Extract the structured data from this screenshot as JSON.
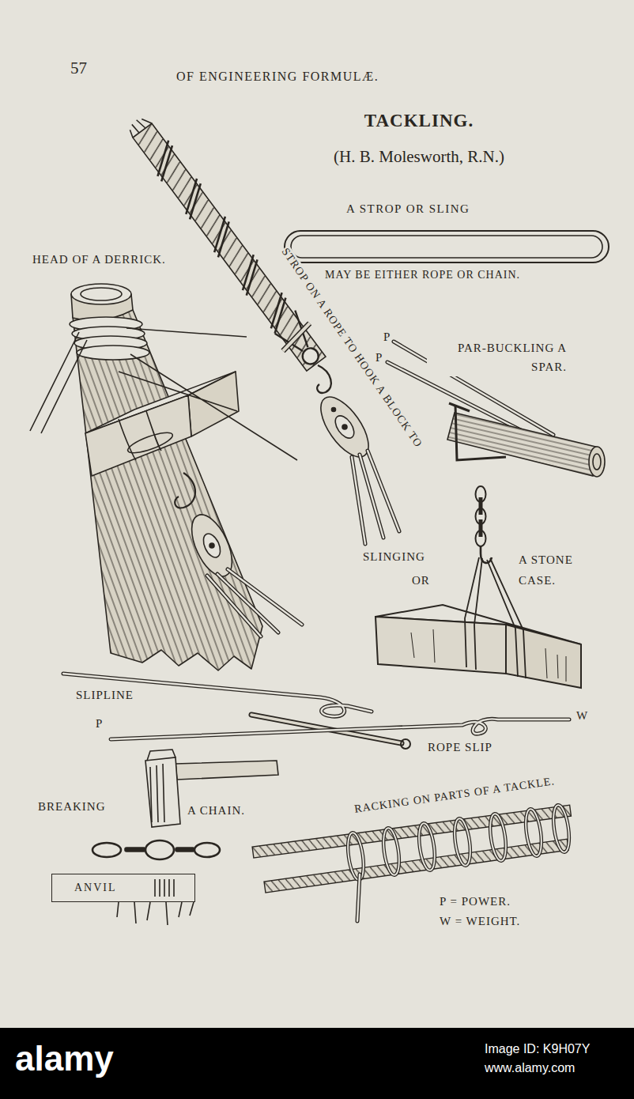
{
  "diagram": {
    "title": "TACKLING.",
    "nodes": [
      {
        "text": [
          "ANVIL"
        ]
      }
    ],
    "labels": [
      "57",
      "OF ENGINEERING FORMULÆ.",
      "(H. B. Molesworth, R.N.)",
      "A STROP OR SLING",
      "MAY BE EITHER ROPE OR CHAIN.",
      "HEAD OF A DERRICK.",
      "STROP ON A ROPE TO HOOK A BLOCK TO",
      "P",
      "P",
      "PAR-BUCKLING A SPAR.",
      "SLINGING",
      "A STONE",
      "OR",
      "CASE.",
      "SLIPLINE",
      "P",
      "ROPE SLIP",
      "W",
      "BREAKING",
      "A CHAIN.",
      "RACKING ON PARTS OF A TACKLE.",
      "P = POWER.",
      "W = WEIGHT.",
      "alamy",
      "Image ID: K9H07Y",
      "www.alamy.com"
    ]
  }
}
